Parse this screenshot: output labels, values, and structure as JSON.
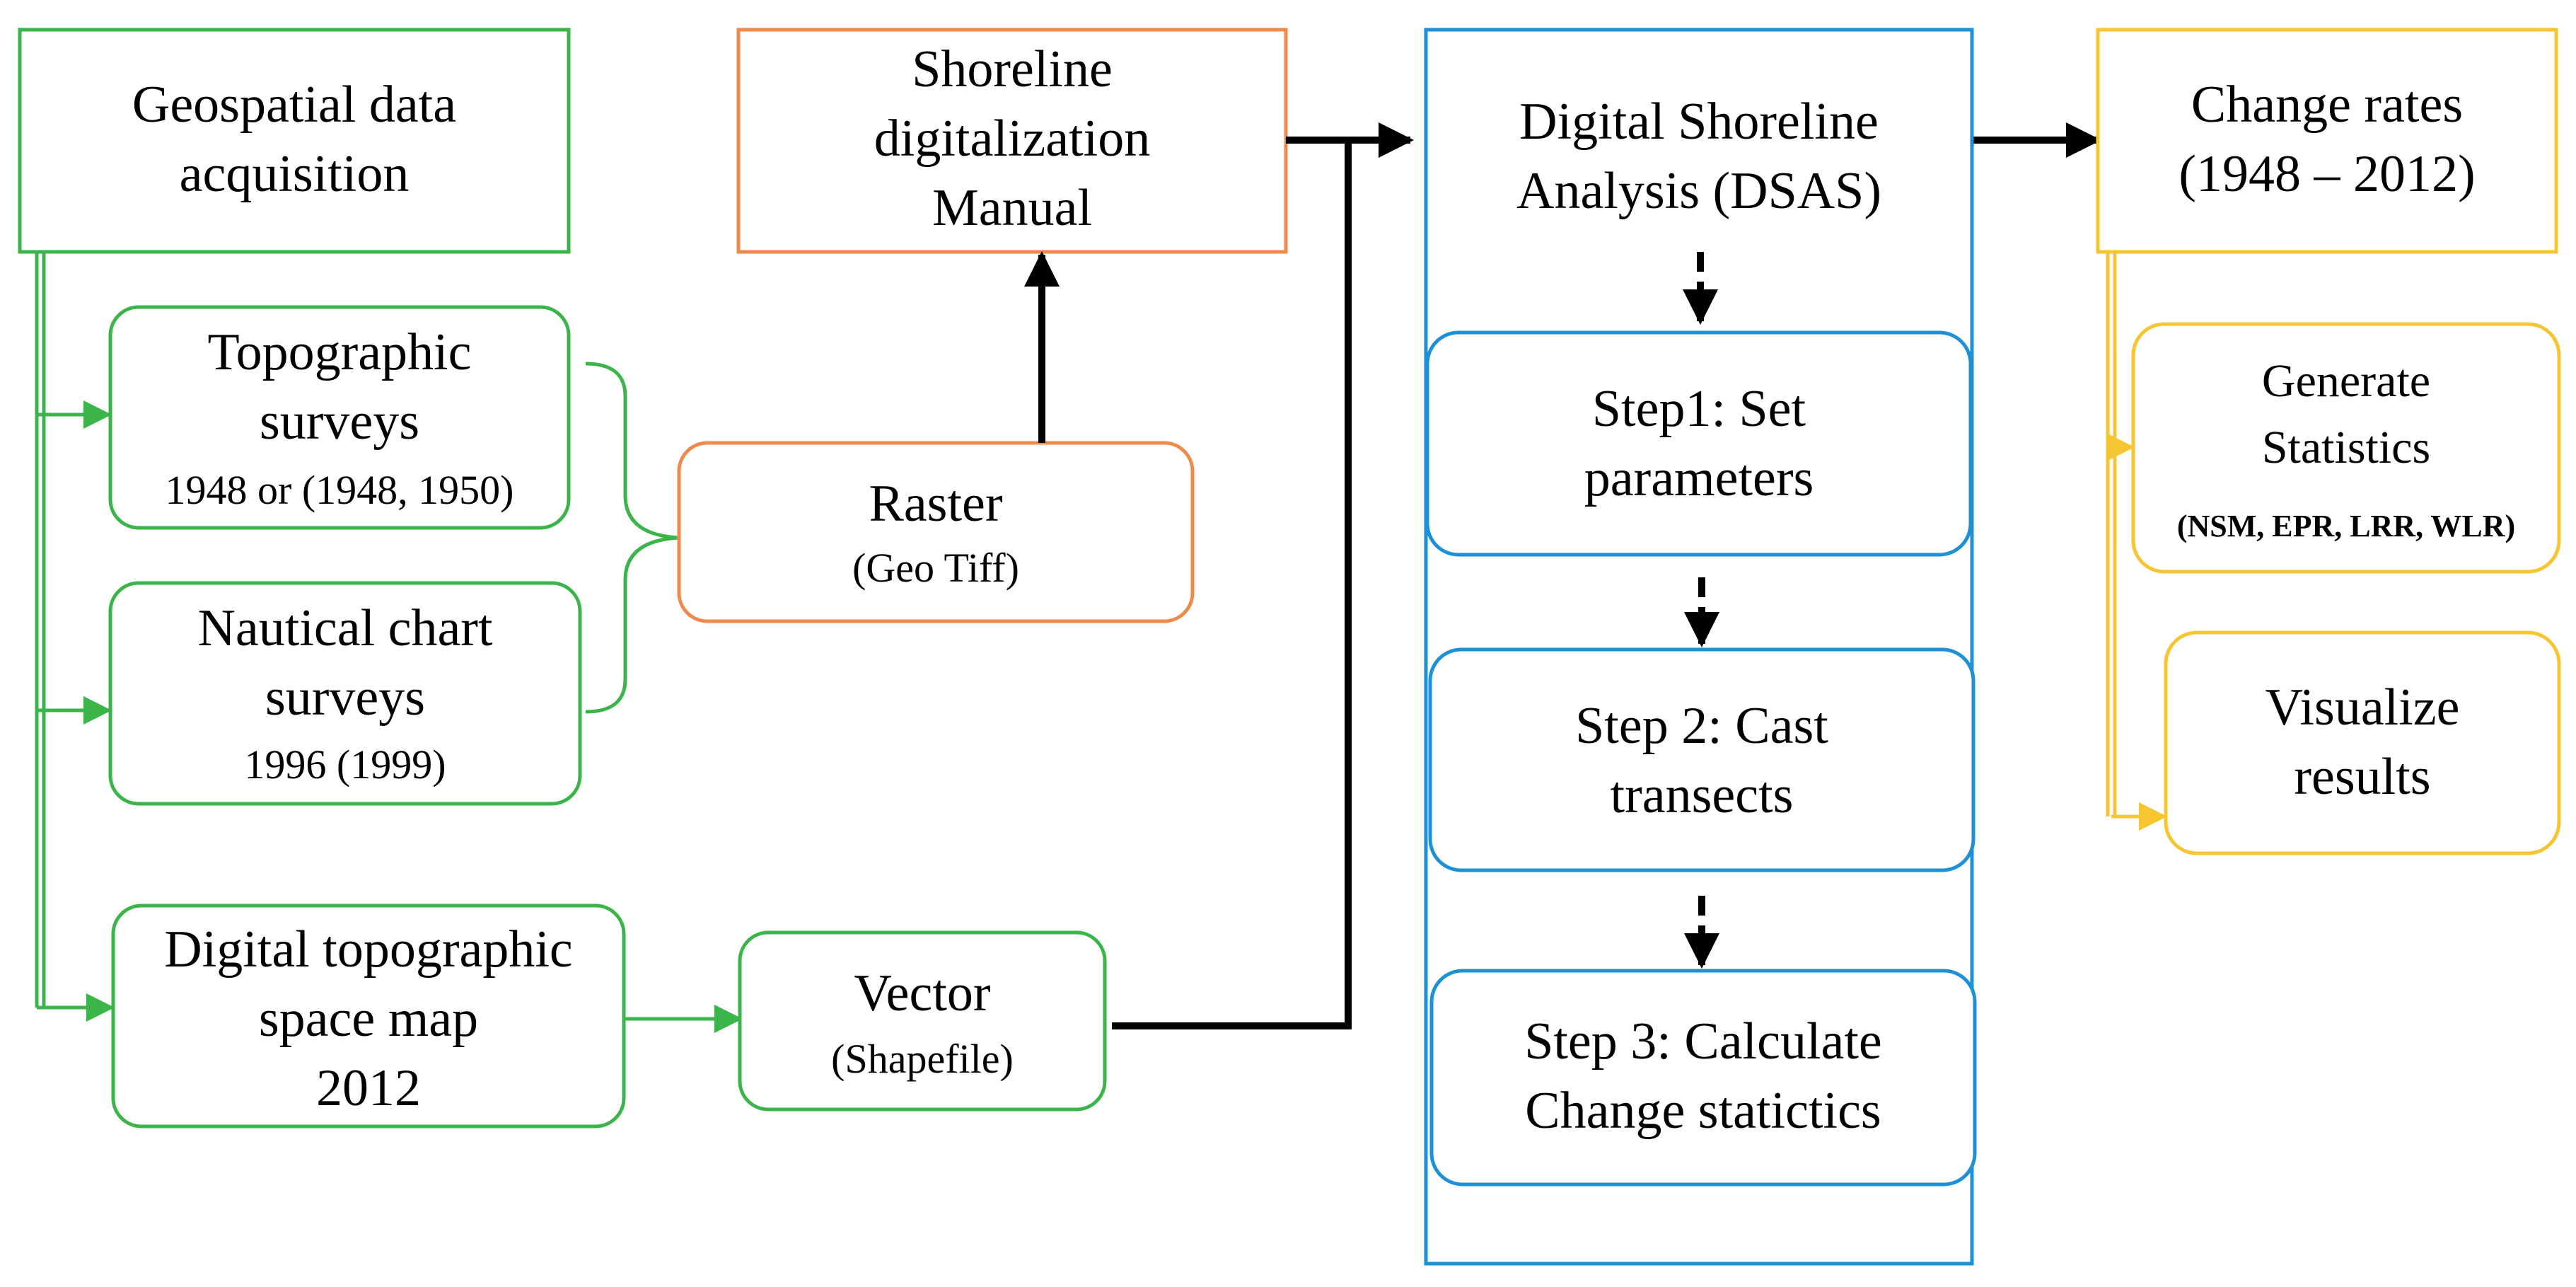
{
  "colors": {
    "green": "#3bb54a",
    "orange": "#f08a4b",
    "blue": "#1e90d6",
    "yellow": "#f7c531",
    "arrow": "#000000"
  },
  "nodes": {
    "geospatial": {
      "l1": "Geospatial data",
      "l2": "acquisition"
    },
    "topographic": {
      "l1": "Topographic",
      "l2": "surveys",
      "l3": "1948 or (1948, 1950)"
    },
    "nautical": {
      "l1": "Nautical chart",
      "l2": "surveys",
      "l3": "1996 (1999)"
    },
    "digital_map": {
      "l1": "Digital topographic",
      "l2": "space map",
      "l3": "2012"
    },
    "raster": {
      "l1": "Raster",
      "l2": "(Geo Tiff)"
    },
    "vector": {
      "l1": "Vector",
      "l2": "(Shapefile)"
    },
    "shoreline": {
      "l1": "Shoreline",
      "l2": "digitalization",
      "l3": "Manual"
    },
    "dsas": {
      "l1": "Digital Shoreline",
      "l2": "Analysis (DSAS)"
    },
    "step1": {
      "l1": "Step1: Set",
      "l2": "parameters"
    },
    "step2": {
      "l1": "Step 2: Cast",
      "l2": "transects"
    },
    "step3": {
      "l1": "Step 3: Calculate",
      "l2": "Change statictics"
    },
    "change_rates": {
      "l1": "Change rates",
      "l2": "(1948 – 2012)"
    },
    "generate": {
      "l1": "Generate",
      "l2": "Statistics",
      "l3": "(NSM, EPR, LRR, WLR)"
    },
    "visualize": {
      "l1": "Visualize",
      "l2": "results"
    }
  }
}
